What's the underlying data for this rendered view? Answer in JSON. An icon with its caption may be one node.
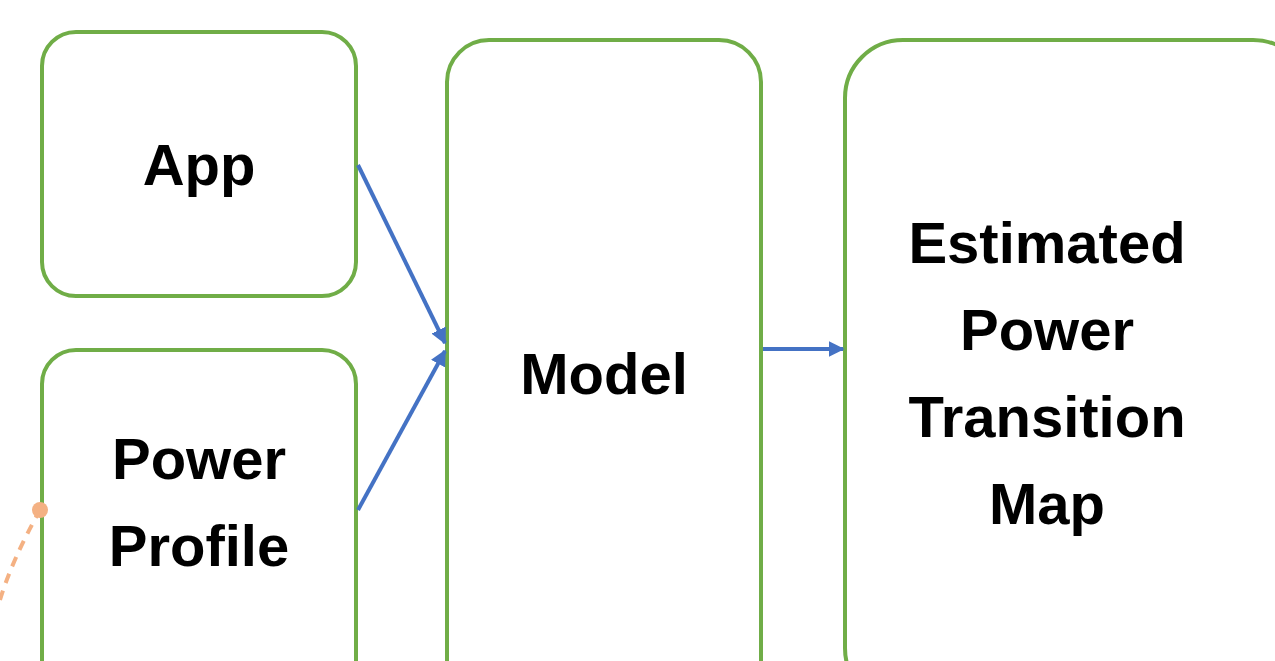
{
  "diagram": {
    "nodes": [
      {
        "text": [
          "App"
        ]
      },
      {
        "text": [
          "Power Profile"
        ]
      },
      {
        "text": [
          "Model"
        ]
      },
      {
        "text": [
          "Estimated Power Transition Map"
        ]
      }
    ],
    "edges": [
      {
        "from": 0,
        "to": 2,
        "arrow": "to"
      },
      {
        "from": 1,
        "to": 2,
        "arrow": "to"
      },
      {
        "from": 2,
        "to": 3,
        "arrow": "to"
      },
      {
        "from": null,
        "to": 1,
        "arrow": "other",
        "style": "dashed",
        "color": "#f4b183"
      }
    ]
  }
}
